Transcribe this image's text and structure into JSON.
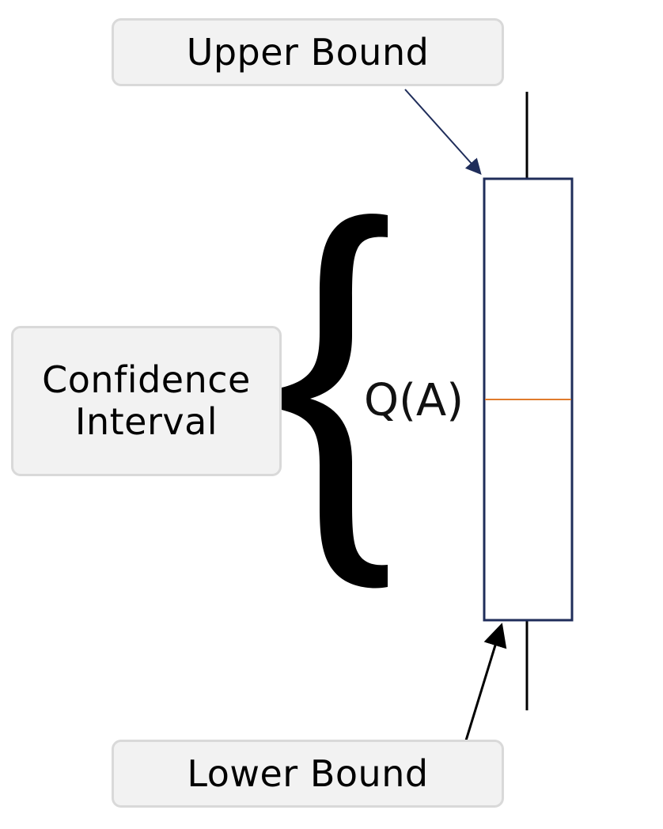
{
  "labels": {
    "upper_bound": "Upper Bound",
    "lower_bound": "Lower Bound",
    "confidence_interval": "Confidence\nInterval",
    "estimate": "Q(A)"
  },
  "colors": {
    "box_stroke": "#1f2d5a",
    "median_line": "#e07b2c",
    "whisker": "#000000",
    "brace": "#000000",
    "label_fill": "#f2f2f2",
    "label_border": "#d9d9d9"
  }
}
